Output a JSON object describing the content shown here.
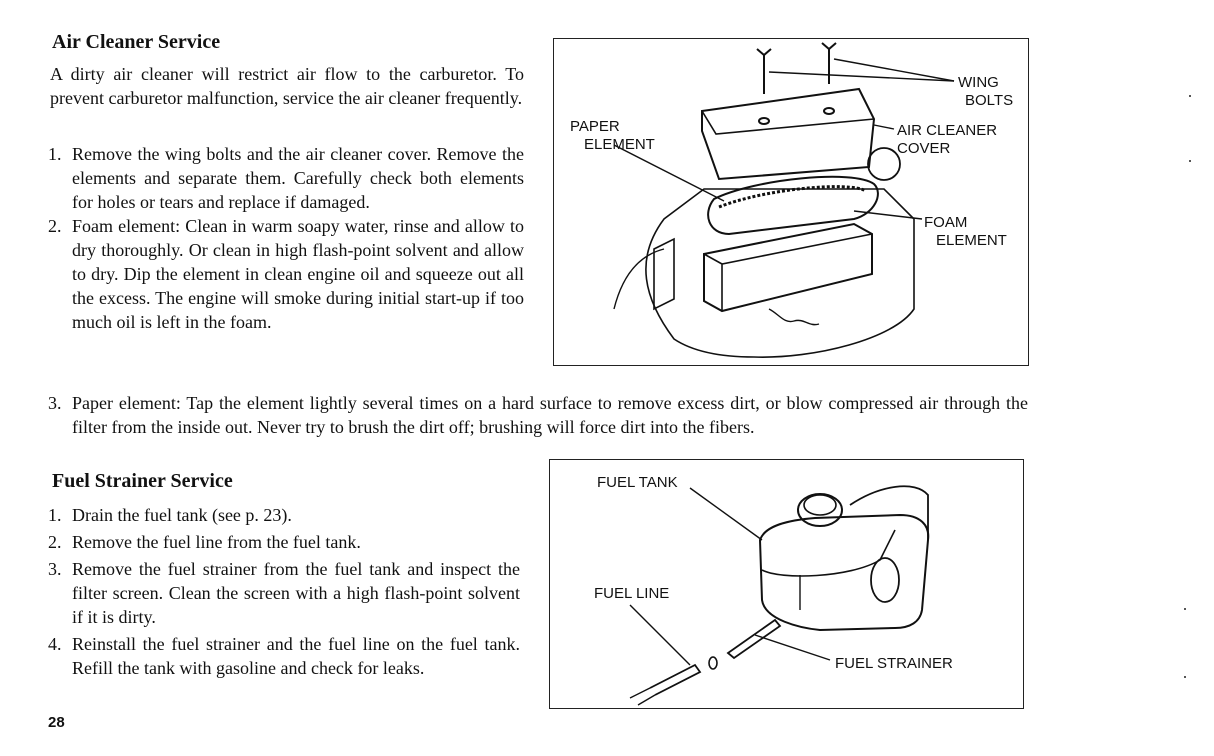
{
  "air": {
    "heading": "Air Cleaner Service",
    "intro": "A dirty air cleaner will restrict air flow to the carburetor. To prevent carburetor malfunction, service the air cleaner frequently.",
    "steps": [
      {
        "num": "1.",
        "text": "Remove the wing bolts and the air cleaner cover. Remove the elements and separate them. Carefully check both elements for holes or tears and replace if damaged."
      },
      {
        "num": "2.",
        "text": "Foam element: Clean in warm soapy water, rinse and allow to dry thoroughly. Or clean in high flash-point solvent and allow to dry. Dip the element in clean engine oil and squeeze out all the excess. The engine will smoke during initial start-up if too much oil is left in the foam."
      },
      {
        "num": "3.",
        "text": "Paper element: Tap the element lightly several times on a hard surface to remove excess dirt, or blow compressed air through the filter from the inside out. Never try to brush the dirt off; brushing will force dirt into the fibers."
      }
    ],
    "figure_labels": {
      "wing": "WING",
      "bolts": "BOLTS",
      "paper": "PAPER",
      "paper_element": "ELEMENT",
      "air_cleaner": "AIR CLEANER",
      "cover": "COVER",
      "foam": "FOAM",
      "foam_element": "ELEMENT"
    }
  },
  "fuel": {
    "heading": "Fuel Strainer Service",
    "steps": [
      {
        "num": "1.",
        "text": "Drain the fuel tank (see p. 23)."
      },
      {
        "num": "2.",
        "text": "Remove the fuel line from the fuel tank."
      },
      {
        "num": "3.",
        "text": "Remove the fuel strainer from the fuel tank and inspect the filter screen. Clean the screen with a high flash-point solvent if it is dirty."
      },
      {
        "num": "4.",
        "text": "Reinstall the fuel strainer and the fuel line on the fuel tank. Refill the tank with gasoline and check for leaks."
      }
    ],
    "figure_labels": {
      "fuel_tank": "FUEL TANK",
      "fuel_line": "FUEL LINE",
      "fuel_strainer": "FUEL STRAINER"
    }
  },
  "page_number": "28"
}
